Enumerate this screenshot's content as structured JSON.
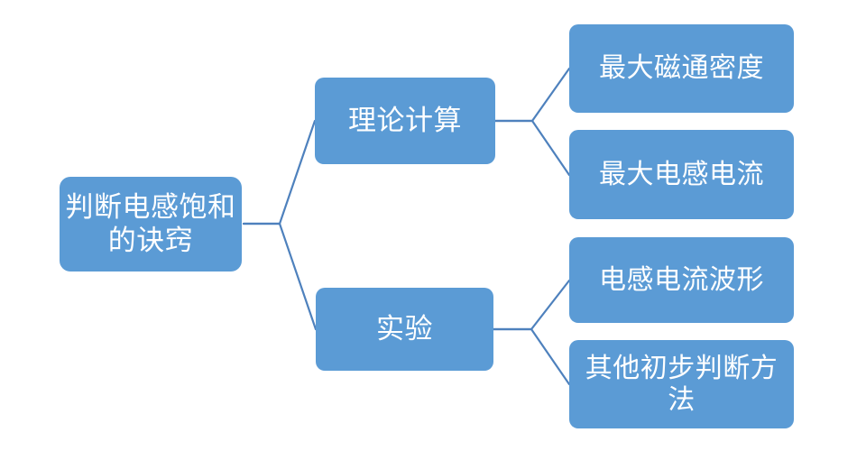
{
  "diagram": {
    "type": "tree-mind-map",
    "orientation": "left-to-right",
    "node_fill_color": "#5B9BD5",
    "node_text_color": "#FFFFFF",
    "connector_color": "#4E81BD",
    "background_color": "#FFFFFF",
    "root": {
      "label": "判断电感饱和的诀窍"
    },
    "branches": [
      {
        "label": "理论计算",
        "children": [
          {
            "label": "最大磁通密度"
          },
          {
            "label": "最大电感电流"
          }
        ]
      },
      {
        "label": "实验",
        "children": [
          {
            "label": "电感电流波形"
          },
          {
            "label": "其他初步判断方法"
          }
        ]
      }
    ]
  }
}
